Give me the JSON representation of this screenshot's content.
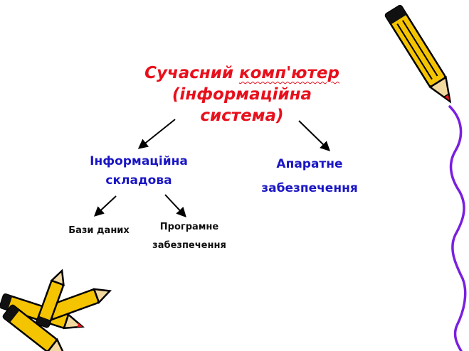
{
  "diagram": {
    "root": {
      "line1_prefix": "Сучасний ",
      "line1_underlined": "комп'ютер",
      "line2": "(інформаційна",
      "line3": "система)"
    },
    "info_component": {
      "line1": "Інформаційна",
      "line2": "складова"
    },
    "hardware": {
      "line1": "Апаратне",
      "line2": "забезпечення"
    },
    "databases": {
      "label": "Бази даних"
    },
    "software": {
      "line1": "Програмне",
      "line2": "забезпечення"
    }
  },
  "colors": {
    "root_text": "#e8101c",
    "level2_text": "#1a16c4",
    "leaf_text": "#111111",
    "pencil_body": "#f5c400",
    "pencil_tip": "#e8101c",
    "squiggle": "#7a1fe0"
  },
  "decorations": [
    "pencil-icon-top-right",
    "pencils-icon-bottom-left",
    "squiggle-line-right"
  ]
}
